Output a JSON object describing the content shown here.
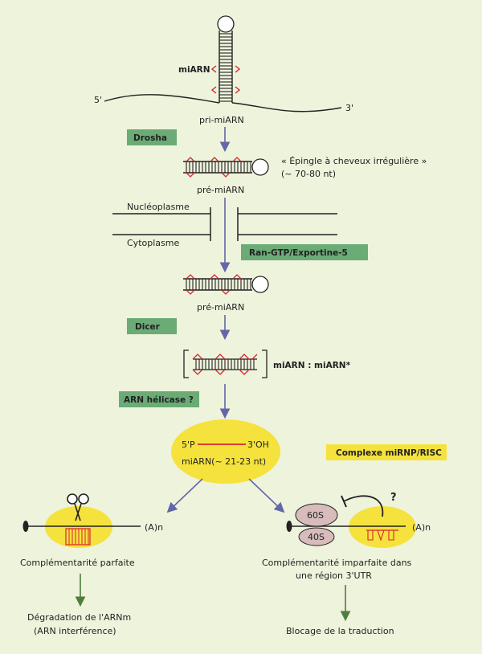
{
  "colors": {
    "background": "#eef3dc",
    "green_box": "#6aab76",
    "yellow": "#f5e23c",
    "red": "#d8262e",
    "arrow_blue": "#6466a8",
    "arrow_green": "#4f7d3c",
    "ribosome": "#d8bcbc"
  },
  "hairpin": {
    "label": "miARN",
    "five_prime": "5'",
    "three_prime": "3'",
    "caption": "pri-miARN"
  },
  "steps": {
    "drosha": "Drosha",
    "pre1_caption": "pré-miARN",
    "pre1_note_1": "« Épingle à cheveux irrégulière »",
    "pre1_note_2": "(~ 70-80 nt)",
    "nucleoplasm": "Nucléoplasme",
    "cytoplasm": "Cytoplasme",
    "exportin": "Ran-GTP/Exportine-5",
    "pre2_caption": "pré-miARN",
    "dicer": "Dicer",
    "duplex": "miARN : miARN*",
    "helicase": "ARN hélicase ?",
    "mature_5p": "5'P",
    "mature_3oh": "3'OH",
    "mature_label": "miARN(~ 21-23 nt)",
    "complex": "Complexe miRNP/RISC"
  },
  "left_branch": {
    "polyA": "(A)n",
    "complementarity": "Complémentarité parfaite",
    "outcome_1": "Dégradation de l'ARNm",
    "outcome_2": "(ARN interférence)"
  },
  "right_branch": {
    "ribo_large": "60S",
    "ribo_small": "40S",
    "question": "?",
    "polyA": "(A)n",
    "complementarity_1": "Complémentarité imparfaite dans",
    "complementarity_2": "une région 3'UTR",
    "outcome": "Blocage de la traduction"
  }
}
